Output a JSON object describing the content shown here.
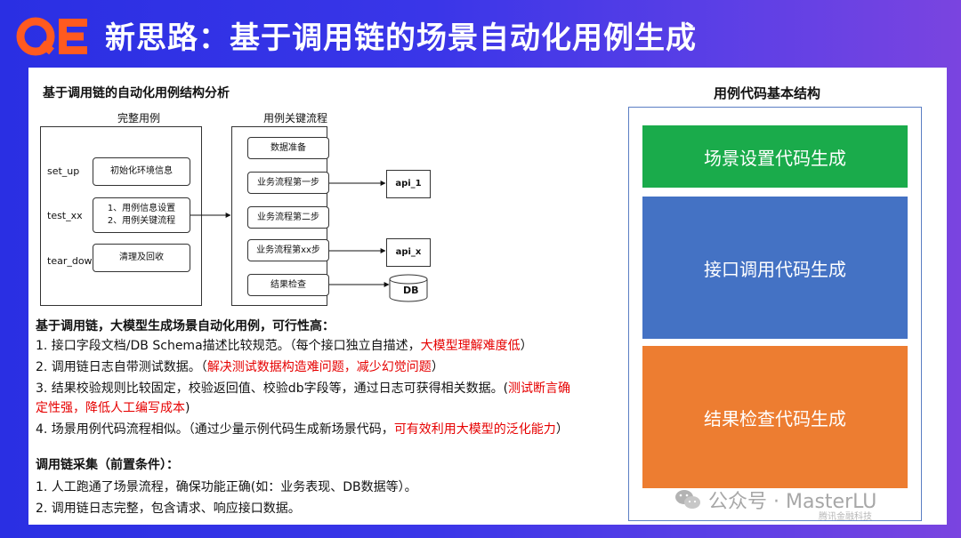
{
  "header": {
    "logo_text": "QE",
    "title": "新思路：基于调用链的场景自动化用例生成"
  },
  "diagram": {
    "title": "基于调用链的自动化用例结构分析",
    "left_col_title": "完整用例",
    "mid_col_title": "用例关键流程",
    "row_labels": [
      "set_up",
      "test_xx",
      "tear_down"
    ],
    "left_boxes": {
      "init": "初始化环境信息",
      "case_line1": "1、用例信息设置",
      "case_line2": "2、用例关键流程",
      "cleanup": "清理及回收"
    },
    "flow_steps": [
      "数据准备",
      "业务流程第一步",
      "业务流程第二步",
      "业务流程第xx步",
      "结果检查"
    ],
    "targets": {
      "api1": "api_1",
      "apix": "api_x",
      "db": "DB"
    }
  },
  "feasibility": {
    "heading": "基于调用链，大模型生成场景自动化用例，可行性高：",
    "item1_a": "1. 接口字段文档/DB Schema描述比较规范。（每个接口独立自描述，",
    "item1_red": "大模型理解难度低",
    "item1_b": "）",
    "item2_a": "2. 调用链日志自带测试数据。（",
    "item2_red": "解决测试数据构造难问题，减少幻觉问题",
    "item2_b": "）",
    "item3_a": "3. 结果校验规则比较固定，校验返回值、校验db字段等，通过日志可获得相关数据。(",
    "item3_red1": "测试断言确",
    "item3_red2": "定性强，降低人工编写成本",
    "item3_b": ")",
    "item4_a": "4. 场景用例代码流程相似。（通过少量示例代码生成新场景代码，",
    "item4_red": "可有效利用大模型的泛化能力",
    "item4_b": "）"
  },
  "precondition": {
    "heading": "调用链采集（前置条件）：",
    "item1": "1. 人工跑通了场景流程，确保功能正确(如：业务表现、DB数据等）。",
    "item2": "2. 调用链日志完整，包含请求、响应接口数据。"
  },
  "structure": {
    "title": "用例代码基本结构",
    "blocks": [
      {
        "label": "场景设置代码生成",
        "color": "#1aab4b"
      },
      {
        "label": "接口调用代码生成",
        "color": "#4472c4"
      },
      {
        "label": "结果检查代码生成",
        "color": "#ed7d31"
      }
    ]
  },
  "watermark": {
    "text": "公众号 · MasterLU",
    "sub": "腾讯金融科技"
  },
  "colors": {
    "accent_red": "#e60000",
    "logo_orange": "#ff5a1f"
  }
}
